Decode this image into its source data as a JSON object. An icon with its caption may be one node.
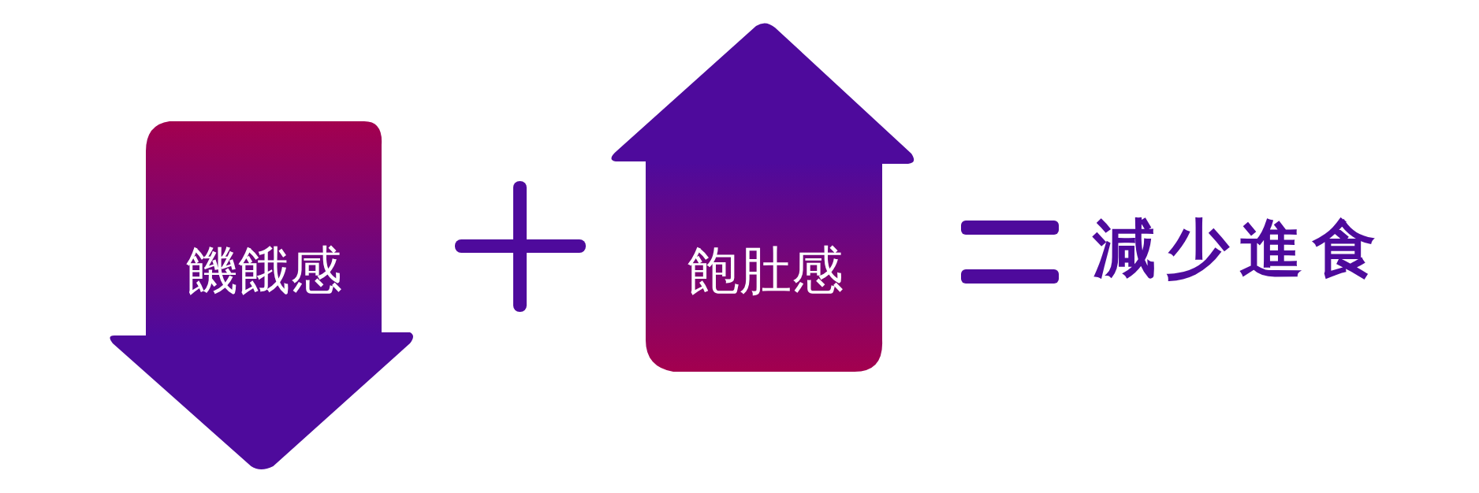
{
  "diagram": {
    "nodes": [
      {
        "text": [
          "饑餓感"
        ]
      },
      {
        "text": [
          "飽肚感"
        ]
      },
      {
        "text": [
          "減少進食"
        ]
      }
    ]
  }
}
